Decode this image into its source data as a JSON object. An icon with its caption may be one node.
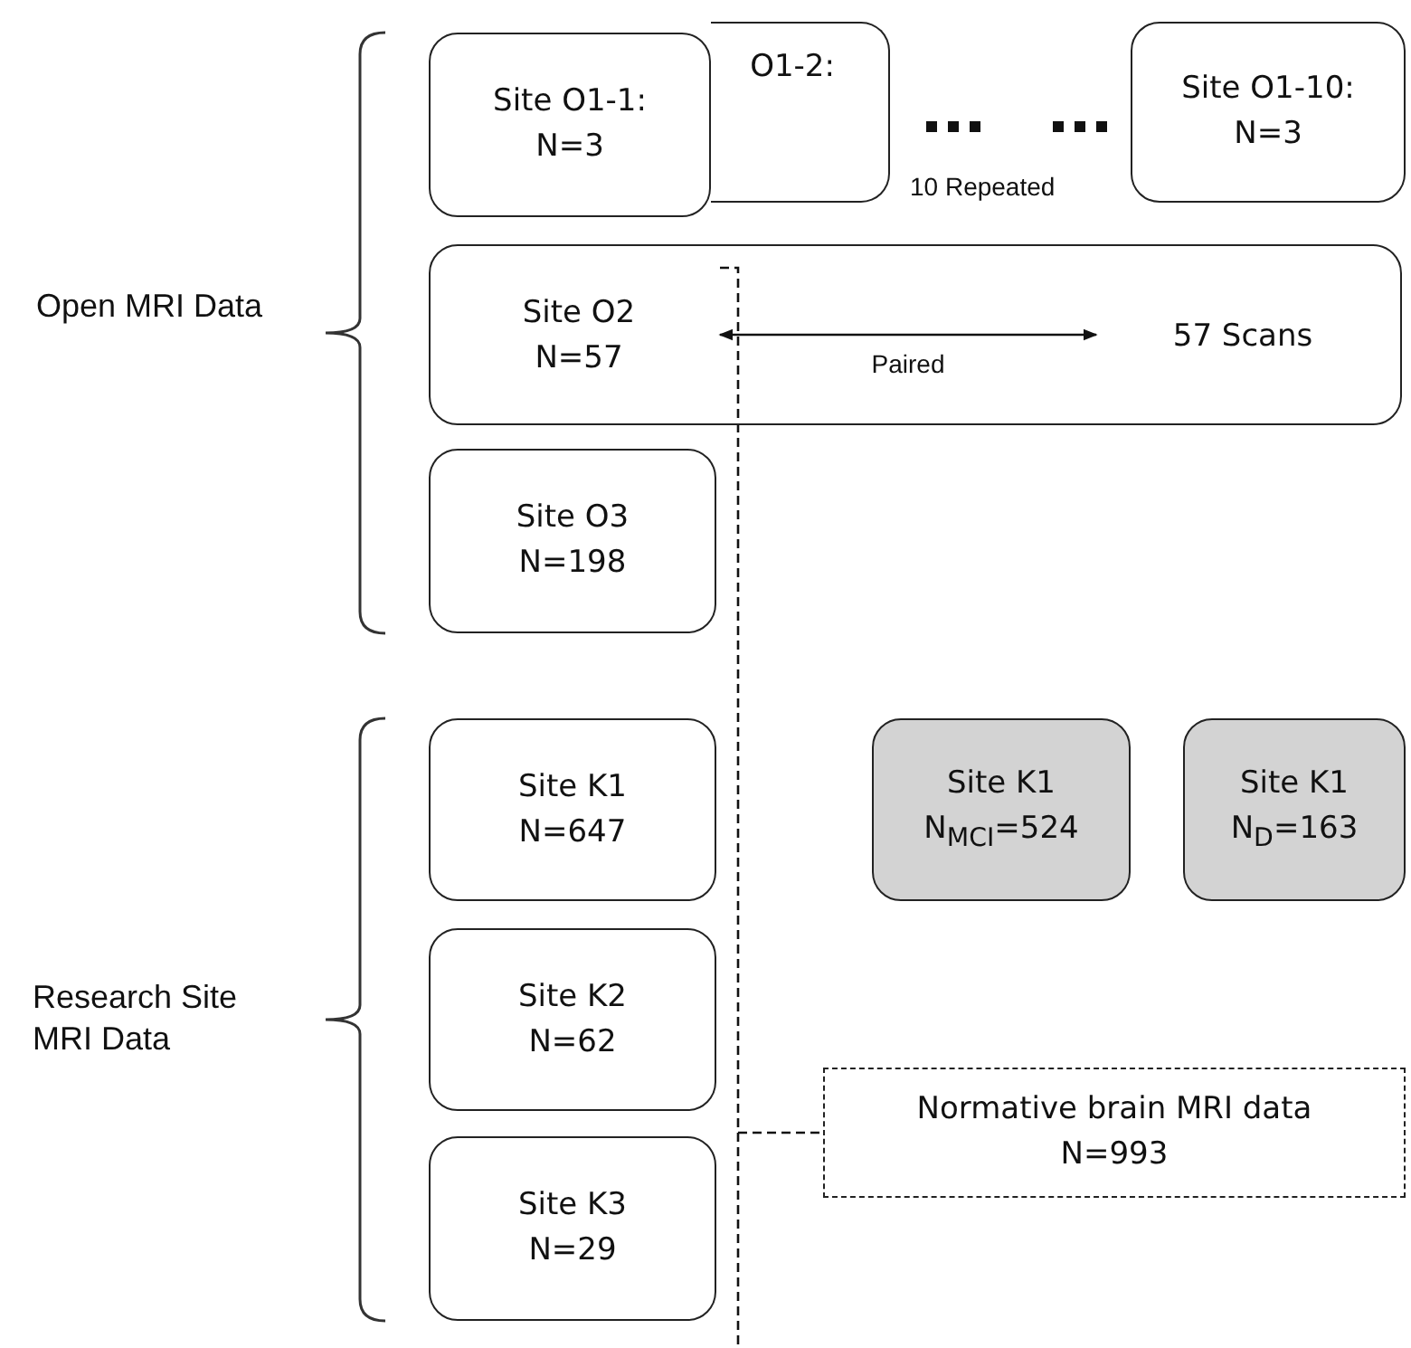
{
  "diagram": {
    "nodes": [
      {
        "text": [
          "O1-2:"
        ]
      },
      {
        "text": [
          "Site O1-1: N=3"
        ]
      },
      {
        "text": [
          "Site O1-10: N=3"
        ]
      },
      {
        "text": [],
        "shape": "box"
      },
      {
        "text": [
          "Site O2 N=57"
        ],
        "in": 3
      },
      {
        "text": [
          "57 Scans"
        ],
        "in": 3
      },
      {
        "text": [
          "Site O3 N=198"
        ]
      },
      {
        "text": [
          "Site K1 N=647"
        ]
      },
      {
        "text": [
          "Site K2 N=62"
        ]
      },
      {
        "text": [
          "Site K3 N=29"
        ]
      },
      {
        "text": [
          "Site K1 N$_{MCI}$=524"
        ]
      },
      {
        "text": [
          "Site K1 N$_{D}$=163"
        ]
      },
      {
        "text": [
          "Normative brain MRI data N=993"
        ]
      }
    ],
    "edges": [
      {
        "from": 4,
        "to": 5,
        "arrow": "both",
        "label": "Paired"
      },
      {
        "from": null,
        "to": 12,
        "arrow": "none",
        "style": "dashed"
      }
    ],
    "labels": [
      "10 Repeated",
      "Open MRI Data",
      "Research Site MRI Data"
    ]
  }
}
